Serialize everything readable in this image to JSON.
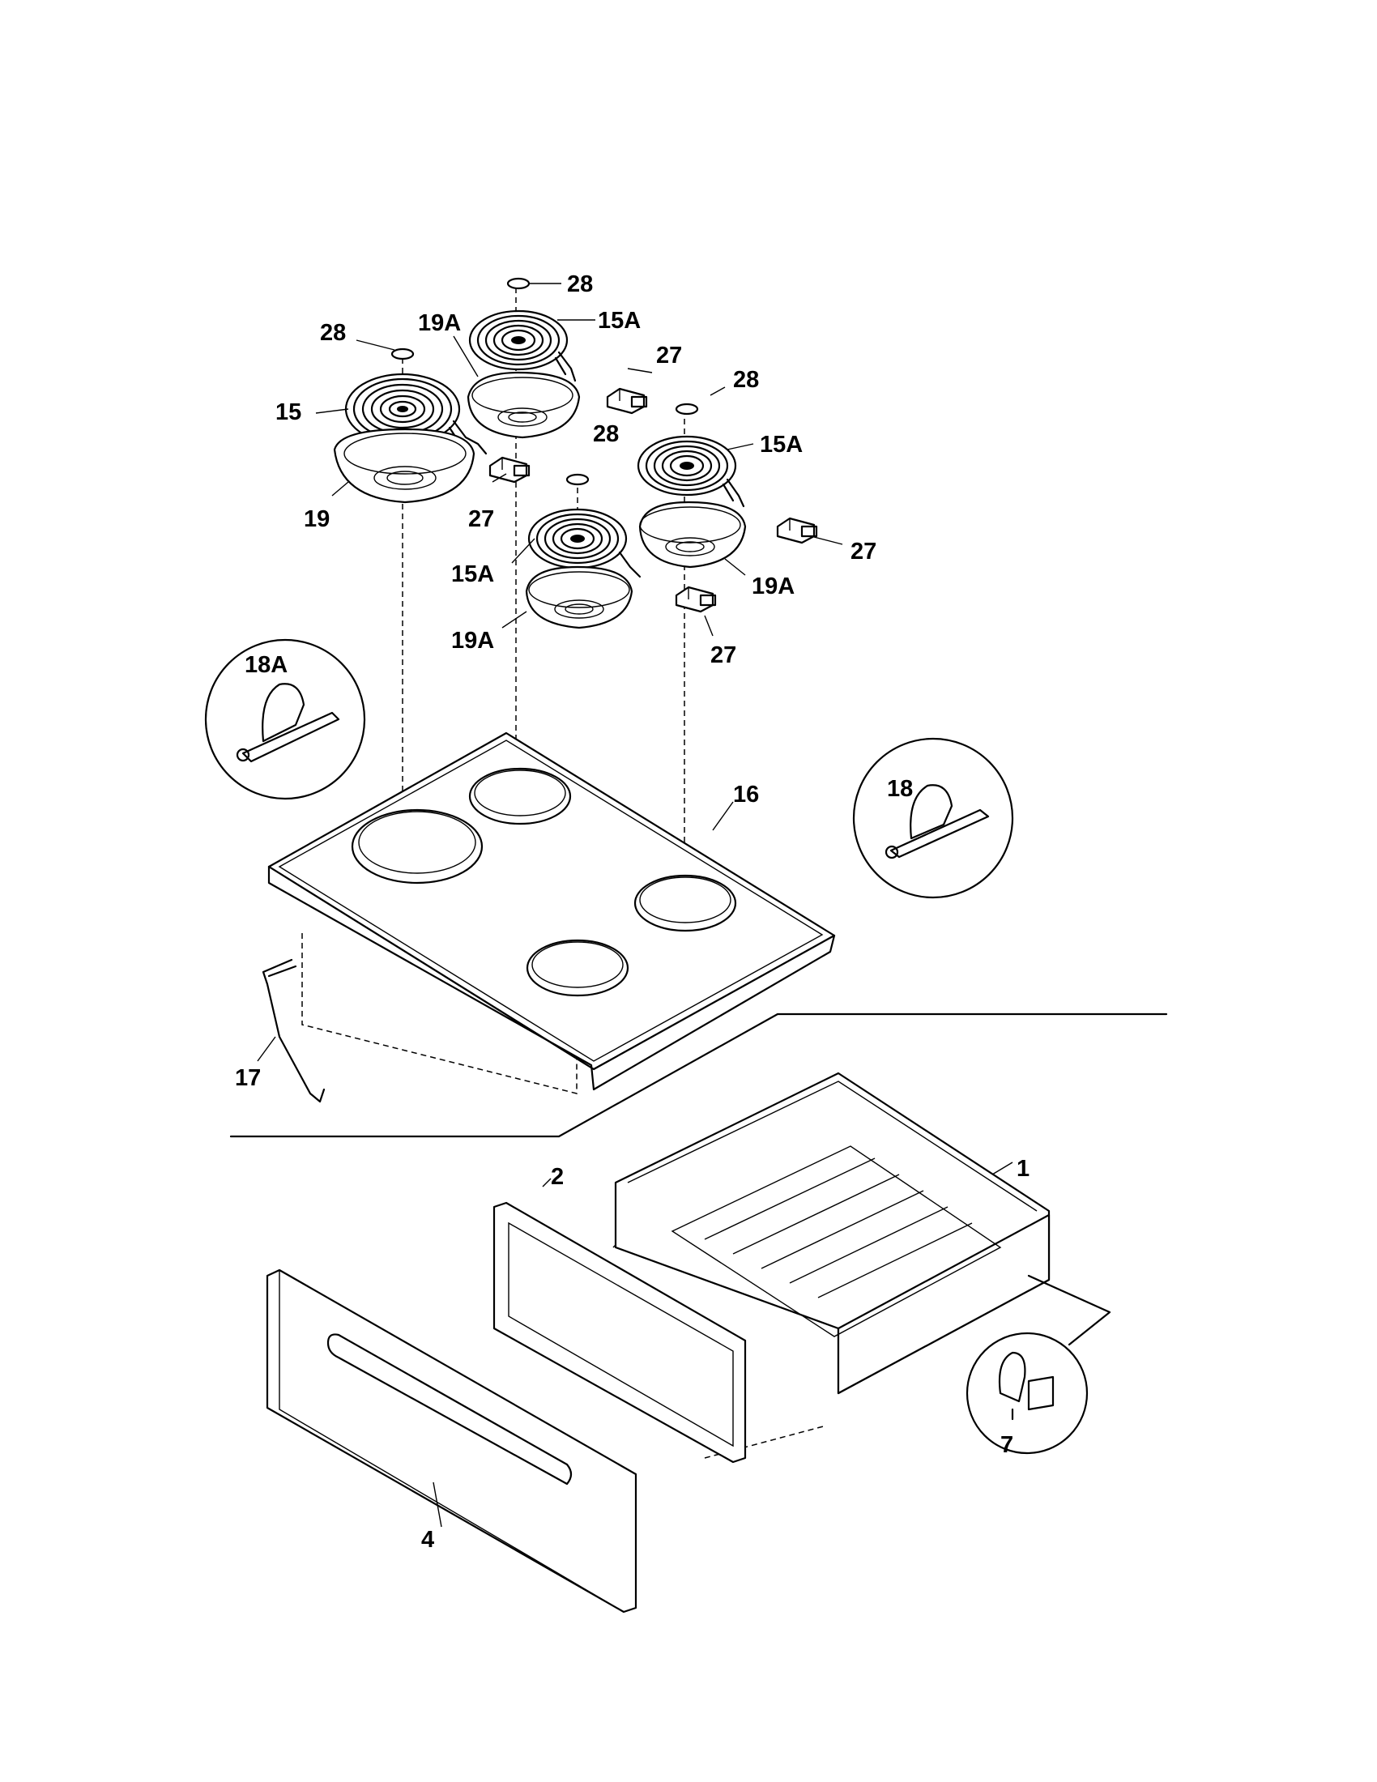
{
  "diagram": {
    "callouts": {
      "p28a": "28",
      "p15a_top": "15A",
      "p19a_top": "19A",
      "p28b": "28",
      "p27a": "27",
      "p28c": "28",
      "p15": "15",
      "p28d": "28",
      "p15a_right": "15A",
      "p19": "19",
      "p27b": "27",
      "p27c": "27",
      "p15a_mid": "15A",
      "p19a_right": "19A",
      "p19a_mid": "19A",
      "p27d": "27",
      "p18a": "18A",
      "p16": "16",
      "p18": "18",
      "p17": "17",
      "p1": "1",
      "p2": "2",
      "p7": "7",
      "p4": "4"
    }
  }
}
